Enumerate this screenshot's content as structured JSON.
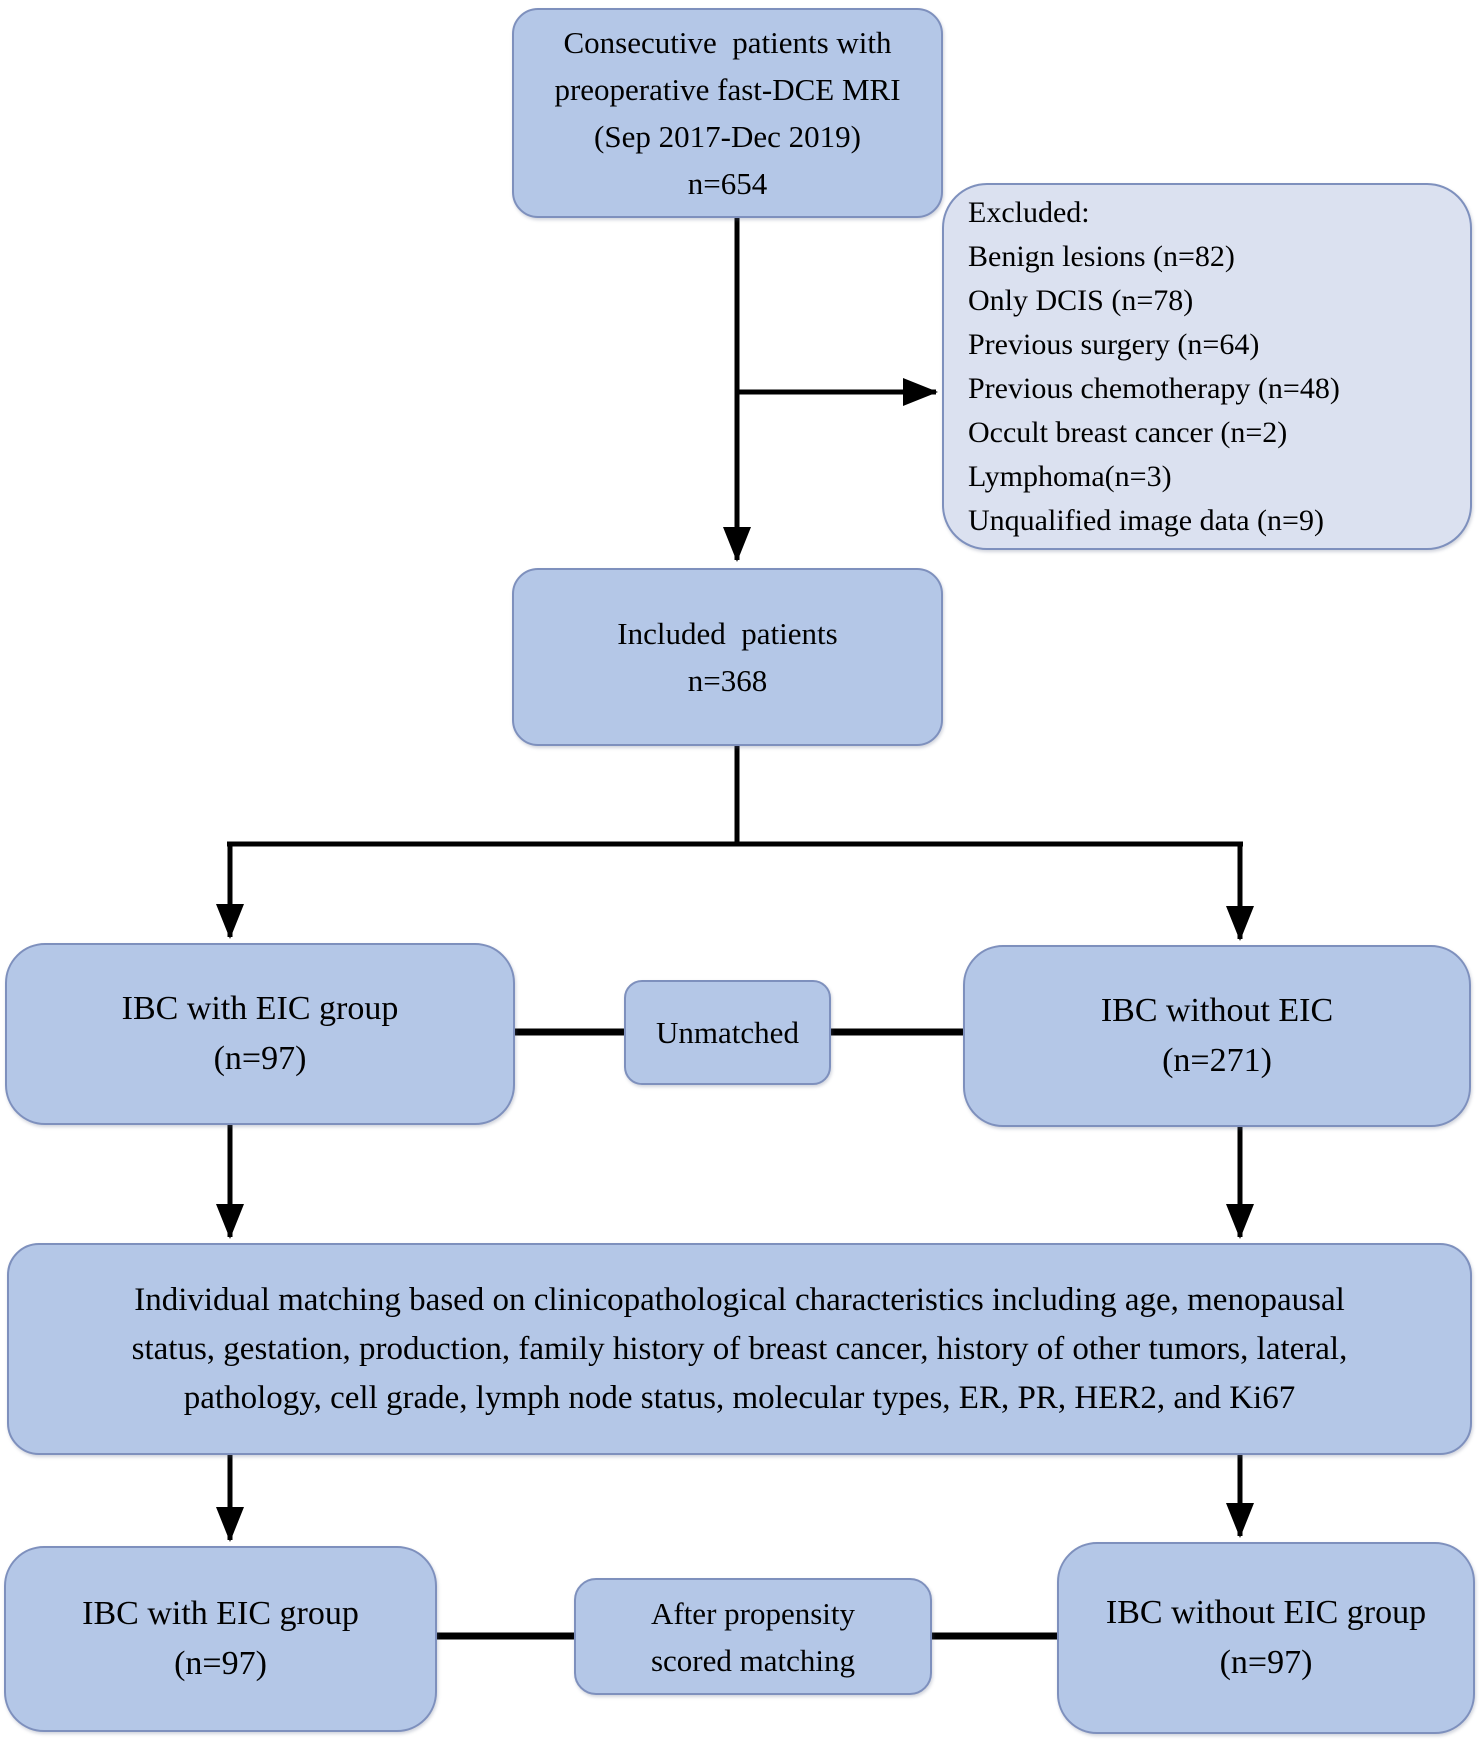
{
  "colors": {
    "box_fill": "#b4c7e7",
    "excluded_fill": "#dbe1f0",
    "box_border": "#7e90bd",
    "arrow": "#000000"
  },
  "boxes": {
    "consecutive": {
      "lines": [
        "Consecutive  patients with",
        "preoperative fast-DCE MRI",
        "(Sep 2017-Dec 2019)",
        "n=654"
      ]
    },
    "excluded": {
      "lines": [
        "Excluded:",
        "Benign lesions (n=82)",
        "Only DCIS (n=78)",
        "Previous surgery (n=64)",
        "Previous chemotherapy (n=48)",
        "Occult breast cancer (n=2)",
        "Lymphoma(n=3)",
        "Unqualified image data (n=9)"
      ]
    },
    "included": {
      "lines": [
        "Included  patients",
        "n=368"
      ]
    },
    "ibc_with_eic": {
      "lines": [
        "IBC with EIC group",
        "(n=97)"
      ]
    },
    "unmatched": {
      "lines": [
        "Unmatched"
      ]
    },
    "ibc_without_eic": {
      "lines": [
        "IBC without EIC",
        "(n=271)"
      ]
    },
    "matching": {
      "lines": [
        "Individual matching based on clinicopathological characteristics including age, menopausal",
        "status, gestation, production, family history of breast cancer, history of other tumors, lateral,",
        "pathology, cell grade, lymph node status, molecular types, ER, PR, HER2, and Ki67"
      ]
    },
    "ibc_with_eic_matched": {
      "lines": [
        "IBC with EIC group",
        "(n=97)"
      ]
    },
    "after_propensity": {
      "lines": [
        "After propensity",
        "scored matching"
      ]
    },
    "ibc_without_eic_matched": {
      "lines": [
        "IBC without EIC group",
        "(n=97)"
      ]
    }
  }
}
